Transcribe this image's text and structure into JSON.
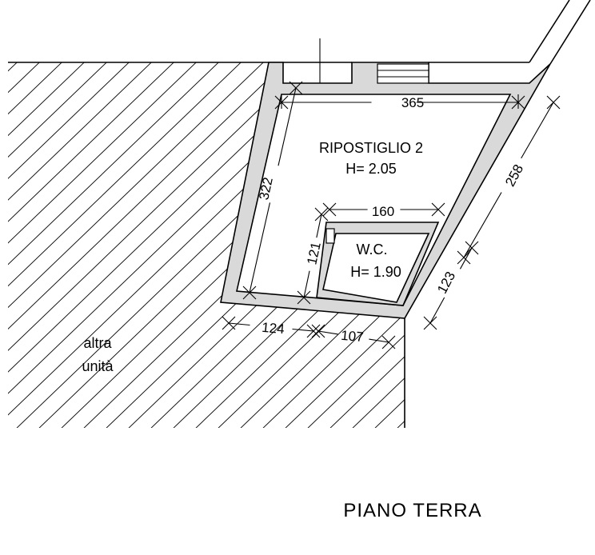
{
  "room": {
    "name": "RIPOSTIGLIO 2",
    "height": "H= 2.05"
  },
  "wc": {
    "name": "W.C.",
    "height": "H= 1.90"
  },
  "dimensions": {
    "top_width": "365",
    "left_side": "322",
    "right_side": "258",
    "wc_top": "160",
    "wc_left": "121",
    "right_lower": "123",
    "bottom_left": "124",
    "bottom_right": "107"
  },
  "other_unit": {
    "line1": "altra",
    "line2": "unità"
  },
  "floor_title": "PIANO TERRA",
  "colors": {
    "wall_fill": "#d9d9d9",
    "line": "#000000",
    "background": "#ffffff"
  }
}
